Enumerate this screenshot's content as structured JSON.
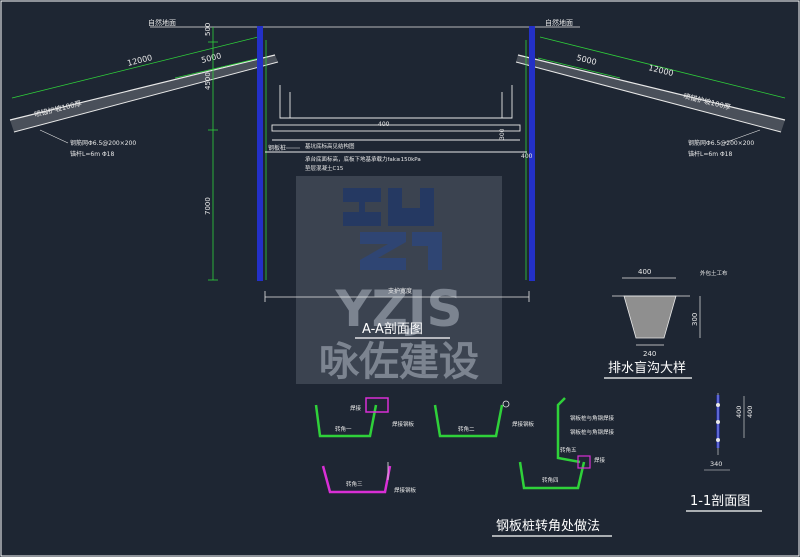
{
  "drawing": {
    "colors": {
      "background": "#1e2633",
      "line_white": "#e8e8e8",
      "dim_green": "#2fd13a",
      "pile_blue": "#2330c8",
      "steel_magenta": "#d92fd6",
      "watermark": "#9aa6b8",
      "frame": "#ffffff"
    },
    "section_aa": {
      "title": "A-A剖面图",
      "dim_left_slope": "12000",
      "dim_right_slope": "12000",
      "dim_left_inner": "5000",
      "dim_right_inner": "5000",
      "dim_top": "500",
      "dim_upper": "4500",
      "dim_lower": "7000",
      "dim_slab": "400",
      "dim_side_right": "300",
      "dim_right_small": "400",
      "bottom_dim": "支护宽度",
      "left_slope_label": "喷锚护坡100厚",
      "right_slope_label": "喷锚护坡100厚",
      "left_note_1": "钢筋网Φ6.5@200×200",
      "left_note_2": "锚杆L=6m Φ18",
      "right_note_1": "钢筋网Φ6.5@200×200",
      "right_note_2": "锚杆L=6m Φ18",
      "note_1": "基坑底标高见结构图",
      "note_2": "承台底面标高，底板下地基承载力fak≥150kPa",
      "note_3": "垫层混凝土C15",
      "left_top_mark": "自然地面",
      "right_top_mark": "自然地面",
      "left_pile_mark": "钢板桩"
    },
    "drain_detail": {
      "title": "排水盲沟大样",
      "dim_top": "400",
      "dim_side": "300",
      "dim_bottom": "240",
      "note": "外包土工布"
    },
    "corner_detail": {
      "title": "钢板桩转角处做法",
      "label_1": "转角一",
      "label_2": "转角二",
      "label_3": "转角三",
      "label_4": "转角四",
      "label_5": "转角五",
      "note_1": "焊接",
      "note_2": "焊接钢板",
      "note_3": "焊接钢板",
      "note_4": "焊接钢板",
      "note_5": "焊接",
      "note_6": "钢板桩与角钢焊接",
      "note_7": "钢板桩与角钢焊接"
    },
    "section_11": {
      "title": "1-1剖面图",
      "dim_a": "400",
      "dim_b": "400",
      "dim_c": "340"
    },
    "watermark": {
      "brand_en": "YZJS",
      "brand_cn": "咏佐建设"
    }
  }
}
